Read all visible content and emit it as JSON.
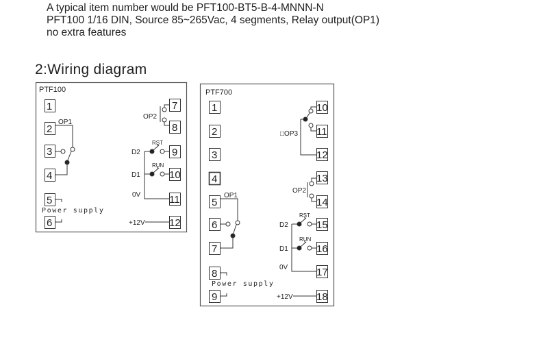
{
  "intro": {
    "lines": [
      "A typical item number would be PFT100-BT5-B-4-MNNN-N",
      "PFT100 1/16 DIN, Source 85~265Vac, 4 segments, Relay output(OP1)",
      "no extra features"
    ]
  },
  "section_title": "2:Wiring diagram",
  "panels": [
    {
      "title": "PTF100",
      "left_terminals": [
        "1",
        "2",
        "3",
        "4",
        "5",
        "6"
      ],
      "right_terminals": [
        "7",
        "8",
        "9",
        "10",
        "11",
        "12"
      ],
      "labels": {
        "op1": "OP1",
        "op2": "OP2",
        "rst": "RST",
        "run": "RUN",
        "d2": "D2",
        "d1": "D1",
        "zero_v": "0V",
        "plus12v": "+12V",
        "power_supply": "Power supply"
      }
    },
    {
      "title": "PTF700",
      "left_terminals": [
        "1",
        "2",
        "3",
        "4",
        "5",
        "6",
        "7",
        "8",
        "9"
      ],
      "right_terminals": [
        "10",
        "11",
        "12",
        "13",
        "14",
        "15",
        "16",
        "17",
        "18"
      ],
      "labels": {
        "op1": "OP1",
        "op2": "OP2",
        "op3": "□OP3",
        "rst": "RST",
        "run": "RUN",
        "d2": "D2",
        "d1": "D1",
        "zero_v": "0V",
        "plus12v": "+12V",
        "power_supply": "Power supply"
      }
    }
  ]
}
